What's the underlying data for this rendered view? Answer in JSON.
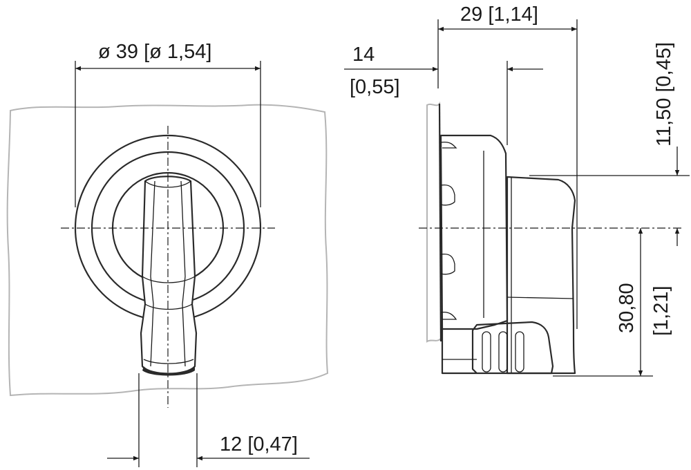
{
  "front_view": {
    "diameter_label": "ø 39 [ø 1,54]",
    "lever_width_label": "12 [0,47]"
  },
  "side_view": {
    "depth_label": "29 [1,14]",
    "front_depth_label_line1": "14",
    "front_depth_label_line2": "[0,55]",
    "top_offset_label": "11,50 [0,45]",
    "bottom_offset_label_line1": "30,80",
    "bottom_offset_label_line2": "[1,21]"
  },
  "colors": {
    "line": "#1a1a1a",
    "panel_outline": "#b4b4b4"
  }
}
